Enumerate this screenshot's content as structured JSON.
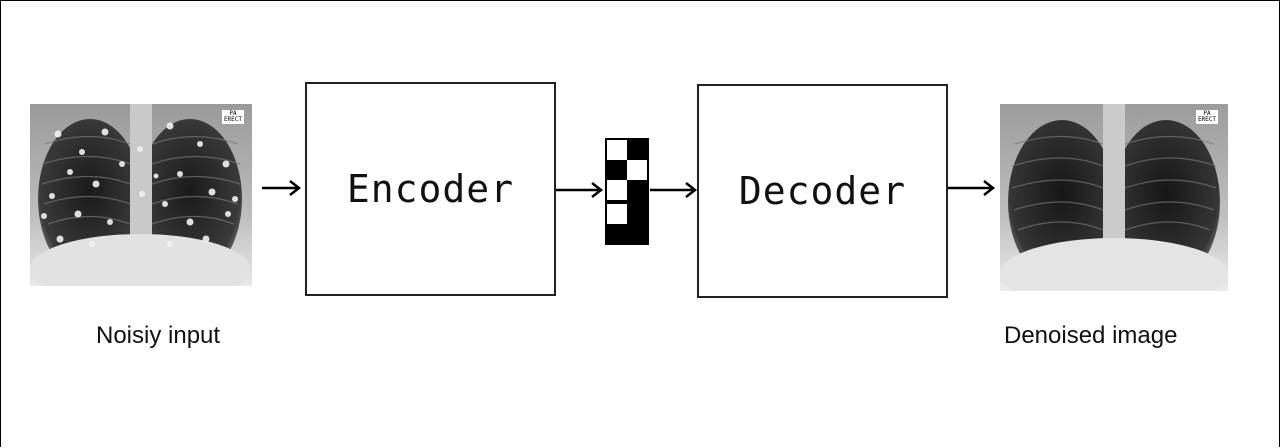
{
  "diagram": {
    "encoder_label": "Encoder",
    "decoder_label": "Decoder",
    "input_caption": "Noisiy input",
    "output_caption": "Denoised image",
    "xray_marker_line1": "PA",
    "xray_marker_line2": "ERECT"
  },
  "colors": {
    "background": "#ffffff",
    "stroke": "#222222",
    "latent_dark": "#000000",
    "latent_light": "#ffffff"
  }
}
